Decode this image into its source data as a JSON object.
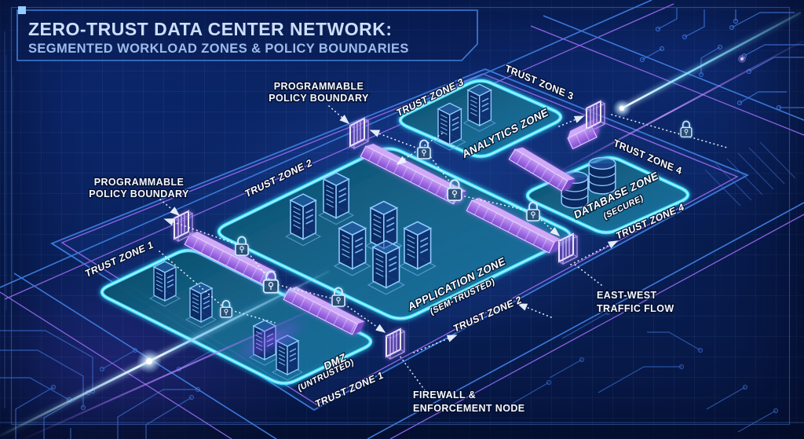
{
  "header": {
    "title": "ZERO-TRUST DATA CENTER NETWORK:",
    "subtitle": "SEGMENTED WORKLOAD ZONES & POLICY BOUNDARIES"
  },
  "callouts": {
    "policy_boundary_top": {
      "line1": "PROGRAMMABLE",
      "line2": "POLICY BOUNDARY"
    },
    "policy_boundary_left": {
      "line1": "PROGRAMMABLE",
      "line2": "POLICY BOUNDARY"
    },
    "east_west_traffic": {
      "line1": "EAST-WEST",
      "line2": "TRAFFIC FLOW"
    },
    "firewall_node": {
      "line1": "FIREWALL &",
      "line2": "ENFORCEMENT NODE"
    }
  },
  "zones": {
    "dmz": {
      "name": "DMZ",
      "qualifier": "(UNTRUSTED)",
      "trust_label": "TRUST ZONE 1"
    },
    "application": {
      "name": "APPLICATION ZONE",
      "qualifier": "(SEM-TRUSTED)",
      "trust_label": "TRUST ZONE 2"
    },
    "analytics": {
      "name": "ANALYTICS ZONE",
      "trust_label": "TRUST ZONE 3"
    },
    "database": {
      "name": "DATABASE ZONE",
      "qualifier": "(SECURE)",
      "trust_label": "TRUST ZONE 4"
    }
  },
  "icons": {
    "padlock": "padlock-icon",
    "firewall_gate": "firewall-gate-icon",
    "server": "server-tower-icon",
    "database": "database-cylinder-icon"
  },
  "colors": {
    "background": "#0a2464",
    "zone_outline": "#4ae2ff",
    "policy_wall": "#a678ec",
    "beam_cyan": "#aef2ff",
    "beam_purple": "#b184ff",
    "circuit_trace": "#3565c2",
    "title_text": "#cddff9",
    "subtitle_text": "#9cbcec",
    "callout_text": "#f5f9ff"
  }
}
